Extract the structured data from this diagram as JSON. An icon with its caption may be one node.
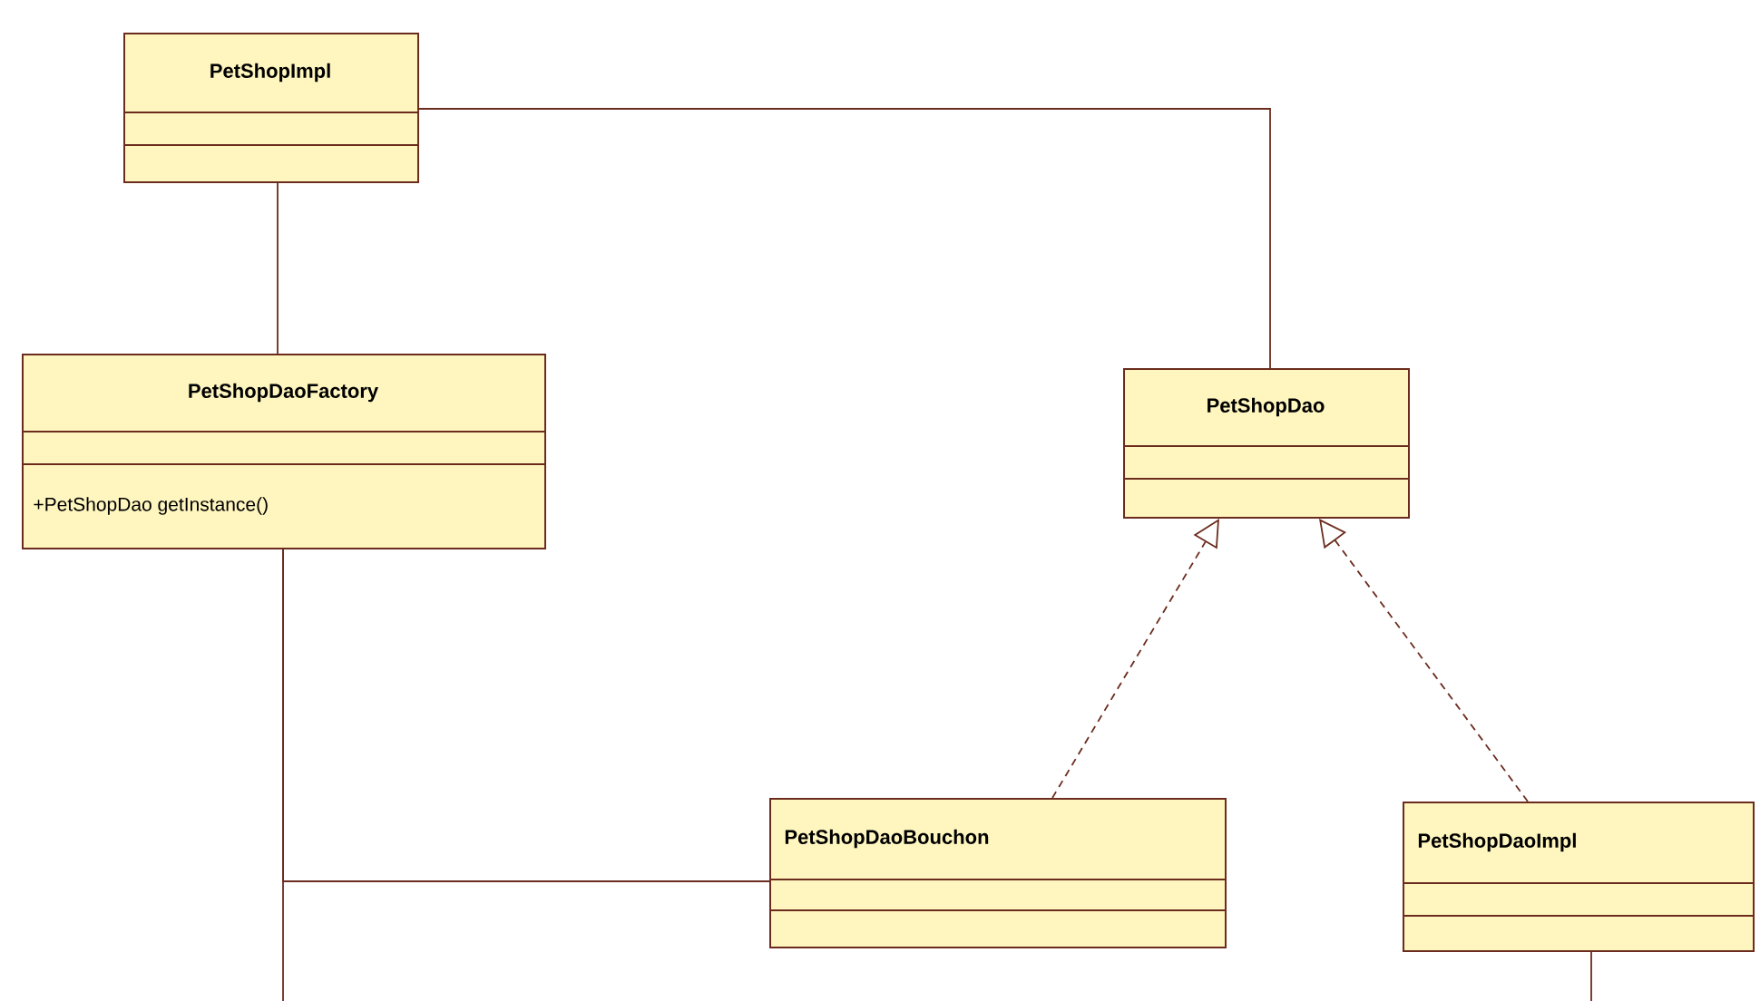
{
  "diagram": {
    "nodes": [
      {
        "text": [
          "PetShopImpl"
        ]
      },
      {
        "text": [
          "PetShopDaoFactory",
          "+PetShopDao getInstance()"
        ]
      },
      {
        "text": [
          "PetShopDao"
        ]
      },
      {
        "text": [
          "PetShopDaoBouchon"
        ]
      },
      {
        "text": [
          "PetShopDaoImpl"
        ]
      }
    ],
    "edges": [
      {
        "from": 0,
        "to": 2,
        "arrow": "none"
      },
      {
        "from": 0,
        "to": 1,
        "arrow": "none"
      },
      {
        "from": 1,
        "to": 3,
        "arrow": "none"
      },
      {
        "from": 1,
        "to": null,
        "arrow": "none"
      },
      {
        "from": 3,
        "to": 2,
        "arrow": "to",
        "style": "dashed"
      },
      {
        "from": 4,
        "to": 2,
        "arrow": "to",
        "style": "dashed"
      },
      {
        "from": 4,
        "to": null,
        "arrow": "none"
      }
    ]
  }
}
